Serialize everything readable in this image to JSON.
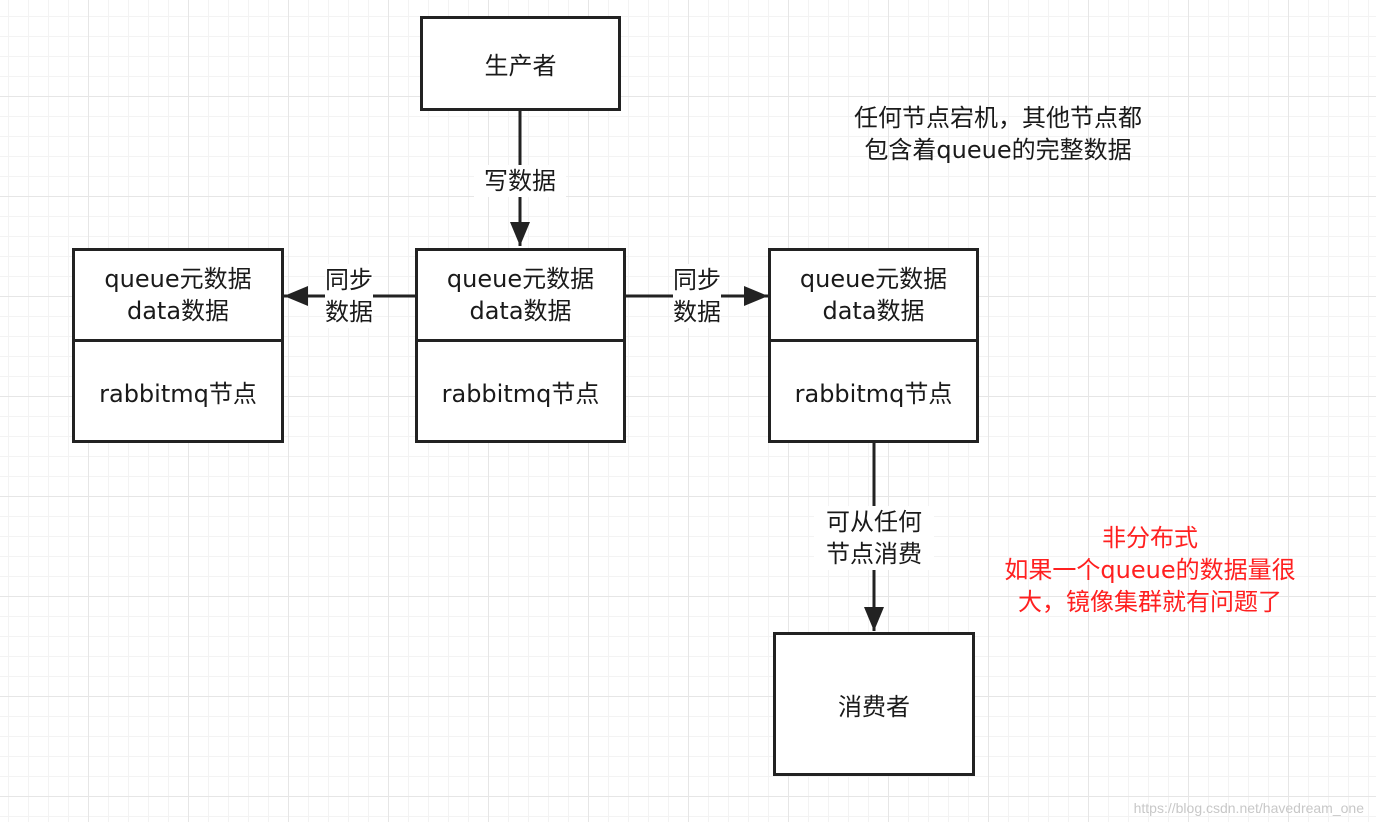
{
  "producer": {
    "label": "生产者"
  },
  "consumer": {
    "label": "消费者"
  },
  "nodes": [
    {
      "meta_line1": "queue元数据",
      "meta_line2": "data数据",
      "name": "rabbitmq节点"
    },
    {
      "meta_line1": "queue元数据",
      "meta_line2": "data数据",
      "name": "rabbitmq节点"
    },
    {
      "meta_line1": "queue元数据",
      "meta_line2": "data数据",
      "name": "rabbitmq节点"
    }
  ],
  "edges": {
    "write": "写数据",
    "sync_left_line1": "同步",
    "sync_left_line2": "数据",
    "sync_right_line1": "同步",
    "sync_right_line2": "数据",
    "consume_line1": "可从任何",
    "consume_line2": "节点消费"
  },
  "notes": {
    "mirror_line1": "任何节点宕机，其他节点都",
    "mirror_line2": "包含着queue的完整数据",
    "warning_line1": "非分布式",
    "warning_line2": "如果一个queue的数据量很",
    "warning_line3": "大，镜像集群就有问题了",
    "warning_color": "#ff2020"
  },
  "watermark": "https://blog.csdn.net/havedream_one"
}
